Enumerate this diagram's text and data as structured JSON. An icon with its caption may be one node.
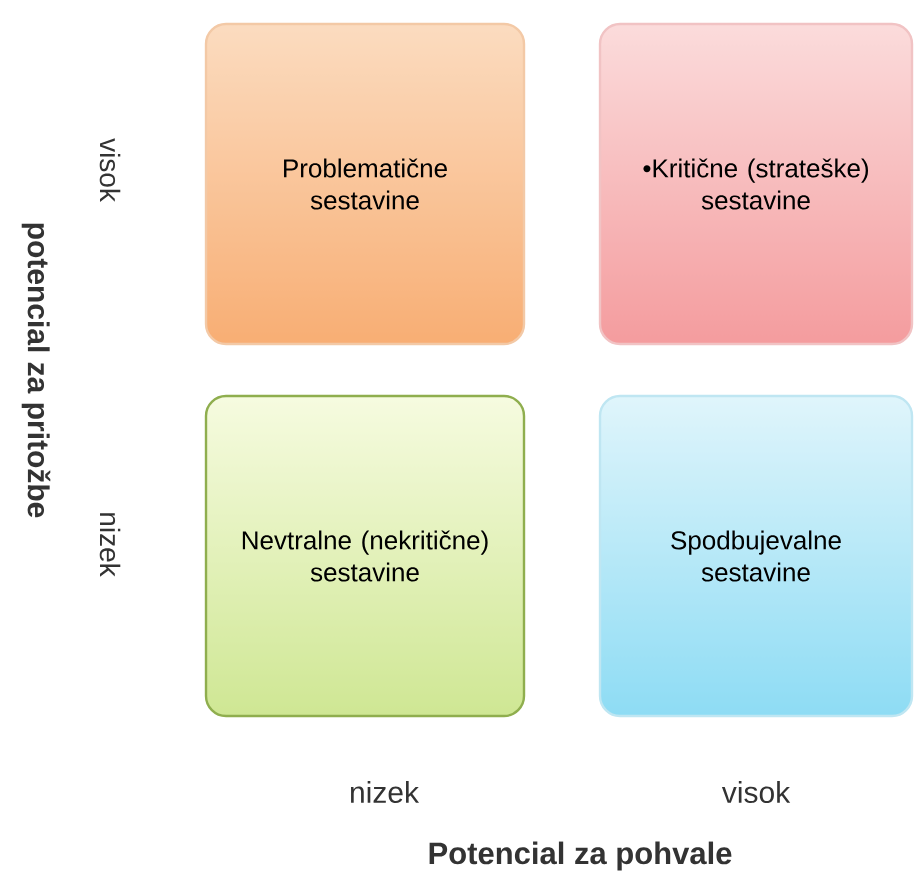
{
  "diagram": {
    "nodes": [
      {
        "text": [
          "Problematične sestavine"
        ]
      },
      {
        "text": [
          "•Kritične (strateške) sestavine"
        ]
      },
      {
        "text": [
          "Nevtralne (nekritične) sestavine"
        ]
      },
      {
        "text": [
          "Spodbujevalne sestavine"
        ]
      }
    ],
    "labels": [
      "visok",
      "nizek",
      "potencial za pritožbe",
      "nizek",
      "visok",
      "Potencial za pohvale"
    ]
  }
}
